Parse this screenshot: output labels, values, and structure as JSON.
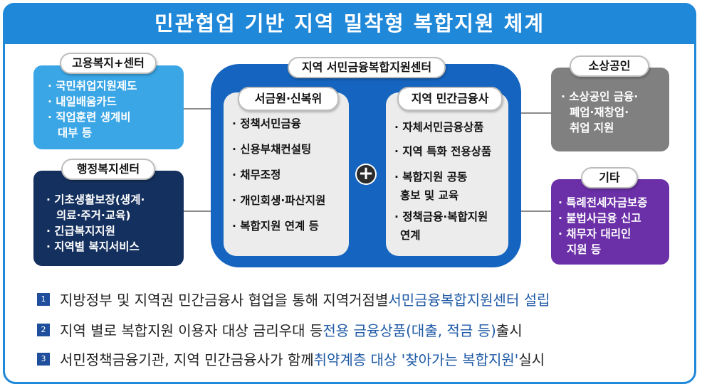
{
  "title": "민관협업 기반 지역 밀착형 복합지원 체계",
  "left_top": {
    "label": "고용복지+센터",
    "items": [
      "· 국민취업지원제도",
      "· 내일배움카드",
      "· 직업훈련 생계비",
      "대부 등"
    ],
    "color": "#3aa6e6"
  },
  "left_bottom": {
    "label": "행정복지센터",
    "items": [
      "· 기초생활보장(생계·",
      "의료·주거·교육)",
      "· 긴급복지지원",
      "· 지역별 복지서비스"
    ],
    "color": "#14305e"
  },
  "center": {
    "label": "지역 서민금융복합지원센터",
    "color": "#1565c0",
    "left": {
      "label": "서금원·신복위",
      "items": [
        "· 정책서민금융",
        "· 신용부채컨설팅",
        "· 채무조정",
        "· 개인회생·파산지원",
        "· 복합지원 연계 등"
      ]
    },
    "plus": "+",
    "right": {
      "label": "지역 민간금융사",
      "items": [
        "· 자체서민금융상품",
        "· 지역 특화 전용상품",
        "· 복합지원 공동",
        "홍보 및 교육",
        "· 정책금융·복합지원",
        "연계"
      ]
    }
  },
  "right_top": {
    "label": "소상공인",
    "items": [
      "· 소상공인 금융·",
      "폐업·재창업·",
      "취업 지원"
    ],
    "color": "#808080"
  },
  "right_bottom": {
    "label": "기타",
    "items": [
      "· 특례전세자금보증",
      "· 불법사금융 신고",
      "· 채무자 대리인",
      "지원 등"
    ],
    "color": "#6b2fa8"
  },
  "bullets": [
    {
      "num": "1",
      "text": "지방정부 및 지역권 민간금융사 협업을 통해 지역거점별 ",
      "highlight": "서민금융복합지원센터 설립",
      "tail": ""
    },
    {
      "num": "2",
      "text": "지역 별로 복합지원 이용자 대상 금리우대 등 ",
      "highlight": "전용 금융상품(대출, 적금 등)",
      "tail": " 출시"
    },
    {
      "num": "3",
      "text": "서민정책금융기관, 지역 민간금융사가 함께 ",
      "highlight": "취약계층 대상 '찾아가는 복합지원'",
      "tail": " 실시"
    }
  ]
}
